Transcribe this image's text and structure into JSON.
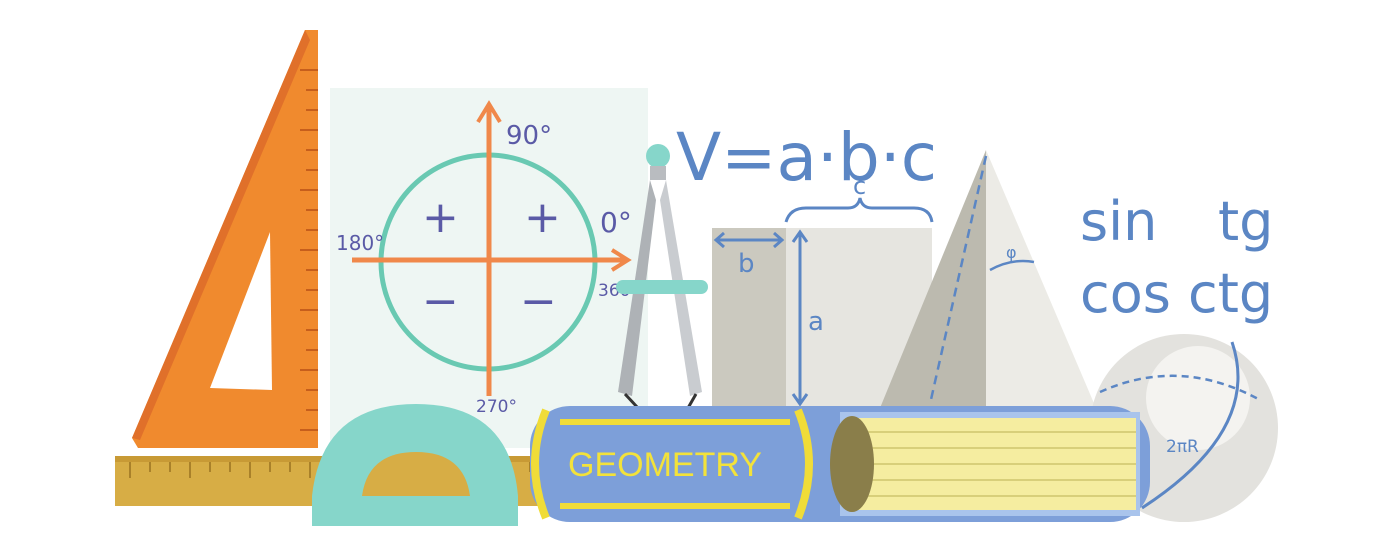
{
  "scene": {
    "formula": "V=a·b·c",
    "trig": {
      "sin": "sin",
      "tg": "tg",
      "cos": "cos",
      "ctg": "ctg"
    },
    "angles": {
      "a90": "90°",
      "a0": "0°",
      "a180": "180°",
      "a270": "270°",
      "a360": "360°"
    },
    "signs": {
      "plus": "+",
      "minus": "−"
    },
    "dims": {
      "a": "a",
      "b": "b",
      "c": "c",
      "phi": "φ"
    },
    "sphere_label": "2πR",
    "book_title": "GEOMETRY"
  },
  "colors": {
    "set_square": "#f08a2e",
    "ruler": "#d7ad45",
    "protractor": "#86d6ca",
    "circle": "#69c9b2",
    "axes": "#f0884a",
    "book_blue": "#7d9fd9",
    "book_yellow": "#f0dc38",
    "pages": "#f5eda0",
    "ink_blue": "#5b86c4",
    "ink_purple": "#5a5aa6"
  }
}
